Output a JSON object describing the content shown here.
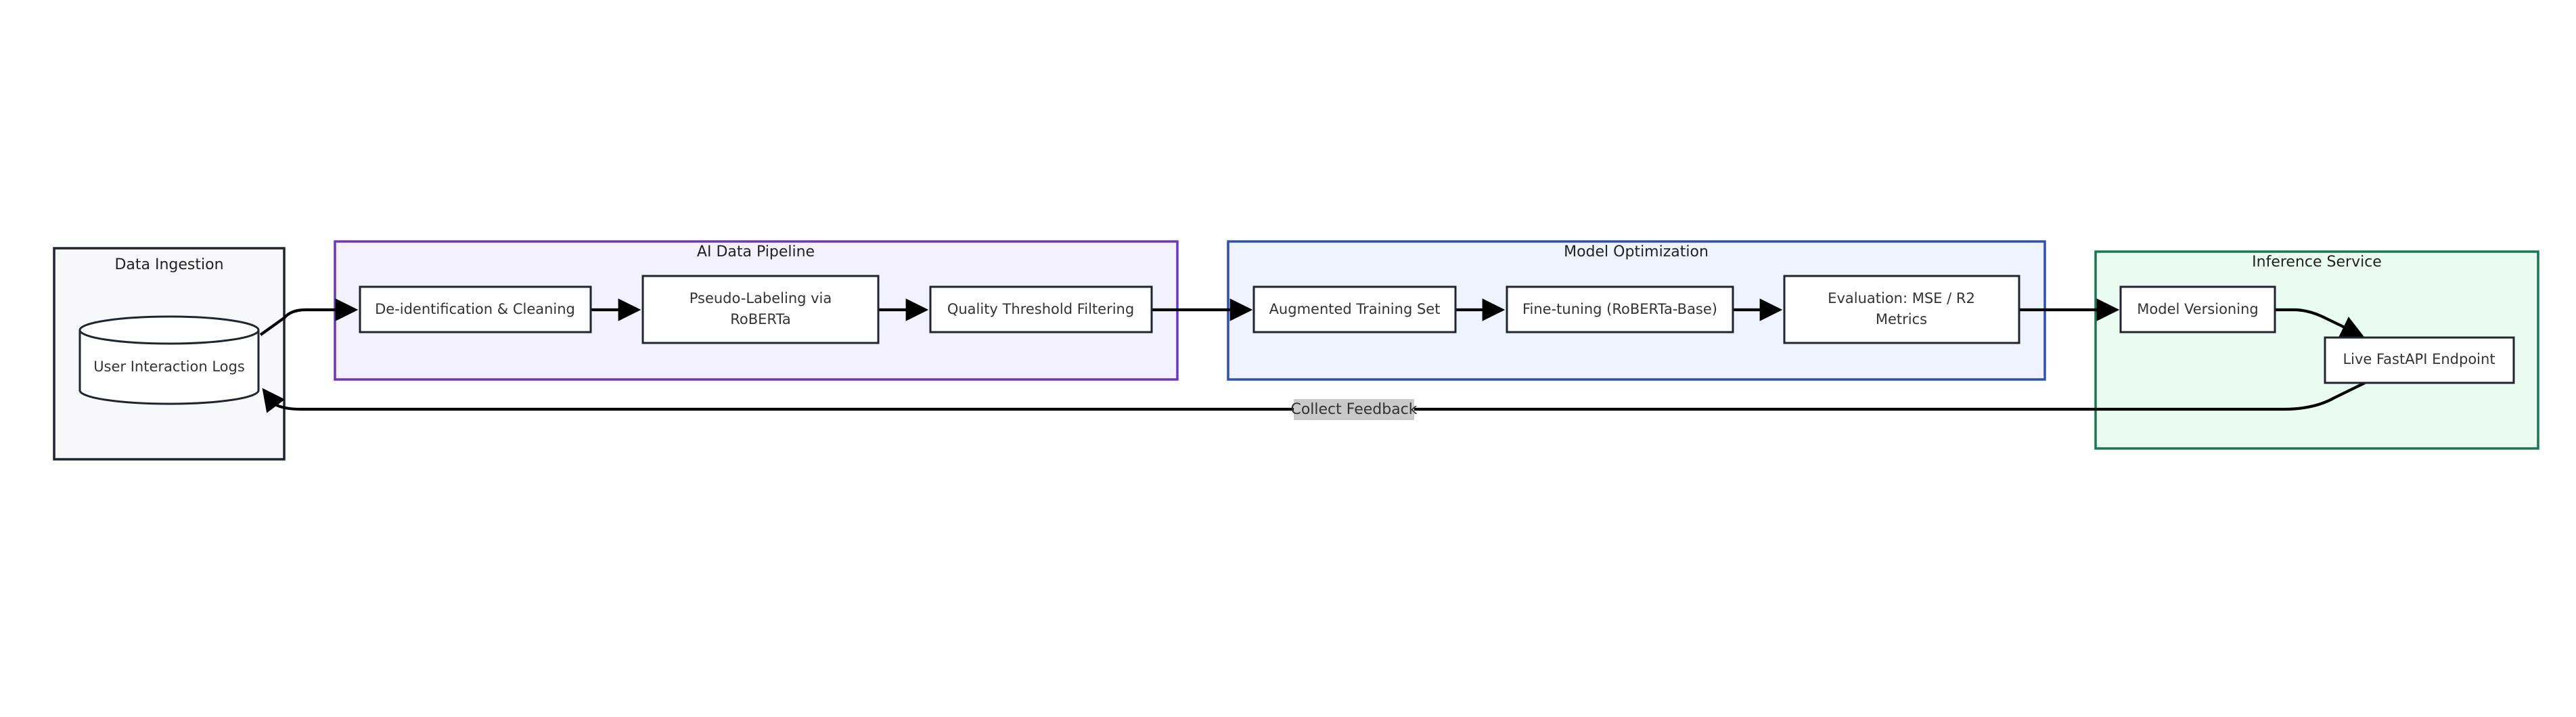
{
  "groups": {
    "data_ingestion": {
      "title": "Data Ingestion",
      "fill": "#f8f8fb",
      "stroke": "#1f2430"
    },
    "ai_pipeline": {
      "title": "AI Data Pipeline",
      "fill": "#f3f1fd",
      "stroke": "#6b35c9"
    },
    "model_optimization": {
      "title": "Model Optimization",
      "fill": "#eef3fd",
      "stroke": "#2a4fbf"
    },
    "inference_service": {
      "title": "Inference Service",
      "fill": "#eafbf2",
      "stroke": "#137a52"
    }
  },
  "nodes": {
    "logs": {
      "label": "User Interaction Logs"
    },
    "clean": {
      "label": "De-identification & Cleaning"
    },
    "pseudo": {
      "label_line1": "Pseudo-Labeling via",
      "label_line2": "RoBERTa"
    },
    "filter": {
      "label": "Quality Threshold Filtering"
    },
    "augment": {
      "label": "Augmented Training Set"
    },
    "finetune": {
      "label": "Fine-tuning (RoBERTa-Base)"
    },
    "eval": {
      "label_line1": "Evaluation: MSE / R2",
      "label_line2": "Metrics"
    },
    "versioning": {
      "label": "Model Versioning"
    },
    "endpoint": {
      "label": "Live FastAPI Endpoint"
    }
  },
  "edges": {
    "feedback_label": "Collect Feedback",
    "feedback_label_bg": "#c9c9c9"
  }
}
